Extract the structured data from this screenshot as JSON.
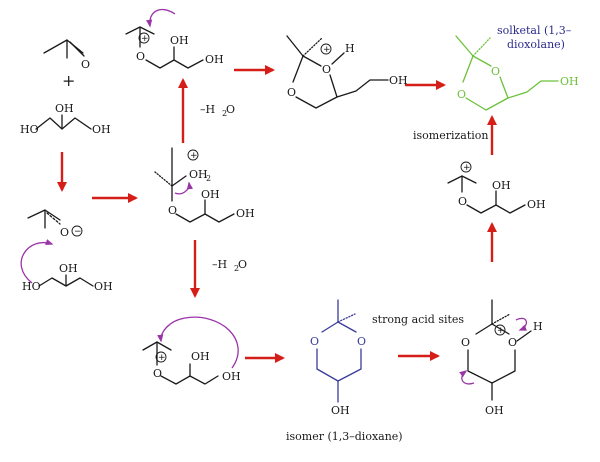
{
  "labels": {
    "O": "O",
    "OH": "OH",
    "HO": "HO",
    "H": "H",
    "OH2_O": "OH",
    "OH2_sub": "2",
    "plus": "+",
    "plus_charge": "+",
    "minus_charge": "−",
    "water_loss": "–H",
    "water_sub": "2",
    "water_O": "O",
    "solketal": "solketal (1,3–",
    "solketal_2": "dioxolane)",
    "isomer": "isomer (1,3–dioxane)",
    "strong_acid": "strong acid sites",
    "isomerization": "isomerization"
  },
  "colors": {
    "arrow": "#d51e17",
    "curly_arrow": "#9a35a8",
    "solketal": "#6cc13a",
    "isomer": "#3b3b9c"
  }
}
